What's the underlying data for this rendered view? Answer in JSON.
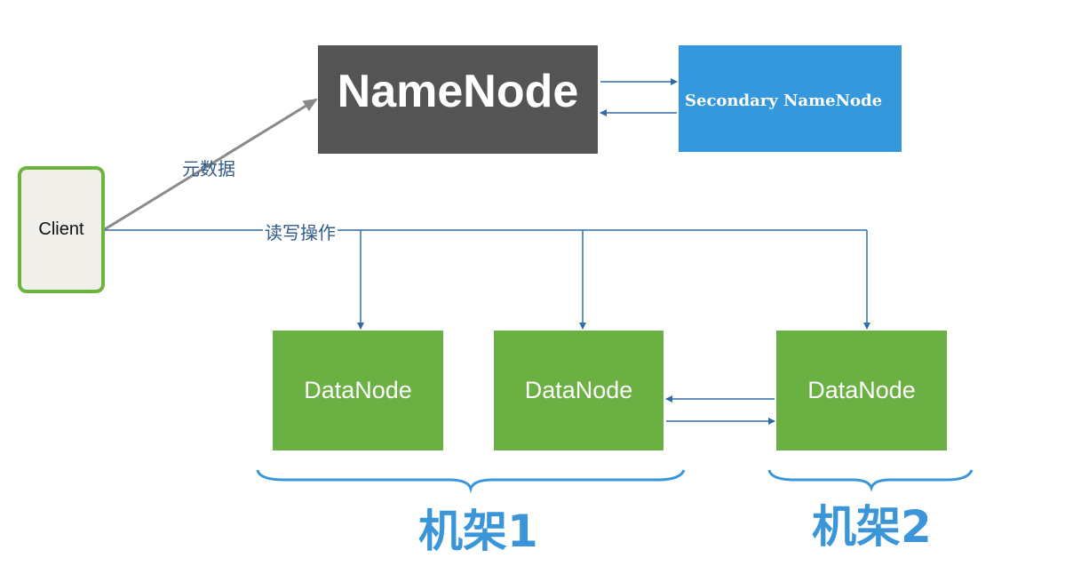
{
  "nodes": {
    "client": "Client",
    "namenode": "NameNode",
    "secondary_namenode": "Secondary NameNode",
    "datanodes": [
      "DataNode",
      "DataNode",
      "DataNode"
    ]
  },
  "edge_labels": {
    "metadata": "元数据",
    "read_write": "读写操作"
  },
  "racks": {
    "rack1": "机架1",
    "rack2": "机架2"
  },
  "colors": {
    "namenode": "#545454",
    "secondary": "#3598dc",
    "datanode": "#6bb043",
    "client_border": "#6db33f",
    "rack_text": "#3a96d8",
    "wire": "#2e6ca5"
  }
}
